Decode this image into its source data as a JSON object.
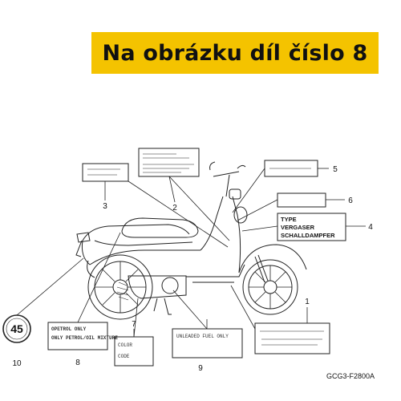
{
  "banner": {
    "text": "Na obrázku díl číslo 8",
    "color": "#f4c300"
  },
  "callouts": [
    "1",
    "2",
    "3",
    "4",
    "5",
    "6",
    "7",
    "8",
    "9",
    "10"
  ],
  "labels": {
    "label_4": [
      "TYPE",
      "VERGASER",
      "SCHALLDAMPFER"
    ],
    "label_8": [
      "OPETROL ONLY",
      "ONLY PETROL/OIL MIXTURE"
    ],
    "label_7": [
      "COLOR",
      "CODE"
    ],
    "label_9": [
      "UNLEADED FUEL ONLY"
    ]
  },
  "speed_sign": {
    "value": "45"
  },
  "diagram_code": "GCG3-F2800A"
}
